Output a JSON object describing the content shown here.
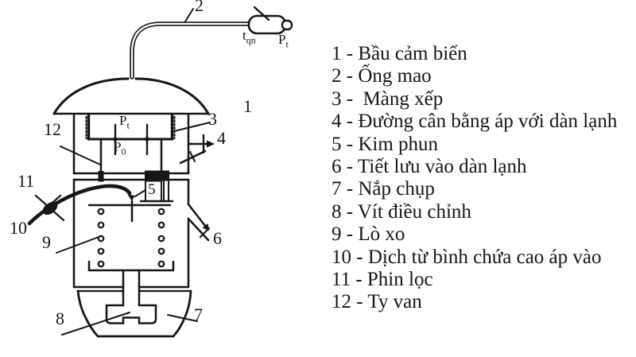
{
  "diagram": {
    "colors": {
      "line": "#161616",
      "background": "#ffffff"
    },
    "callouts": {
      "c1": "1",
      "c2": "2",
      "c3": "3",
      "c4": "4",
      "c5": "5",
      "c6": "6",
      "c7": "7",
      "c8": "8",
      "c9": "9",
      "c10": "10",
      "c11": "11",
      "c12": "12"
    },
    "symbols": {
      "t_superheat_base": "t",
      "t_superheat_sub": "qn",
      "p_bulb_base": "P",
      "p_bulb_sub": "t",
      "p_top_base": "P",
      "p_top_sub": "t",
      "p_evap_base": "P",
      "p_evap_sub": "0"
    }
  },
  "legend": {
    "items": [
      "1 - Bầu cảm biến",
      "2 - Ống mao",
      "3 -  Màng xếp",
      "4 - Đường cân bằng áp với dàn lạnh",
      "5 - Kim phun",
      "6 - Tiết lưu vào dàn lạnh",
      "7 - Nắp chụp",
      "8 - Vít điều chỉnh",
      "9 - Lò xo",
      "10 - Dịch từ bình chứa cao áp vào",
      "11 - Phin lọc",
      "12 - Ty van"
    ]
  }
}
